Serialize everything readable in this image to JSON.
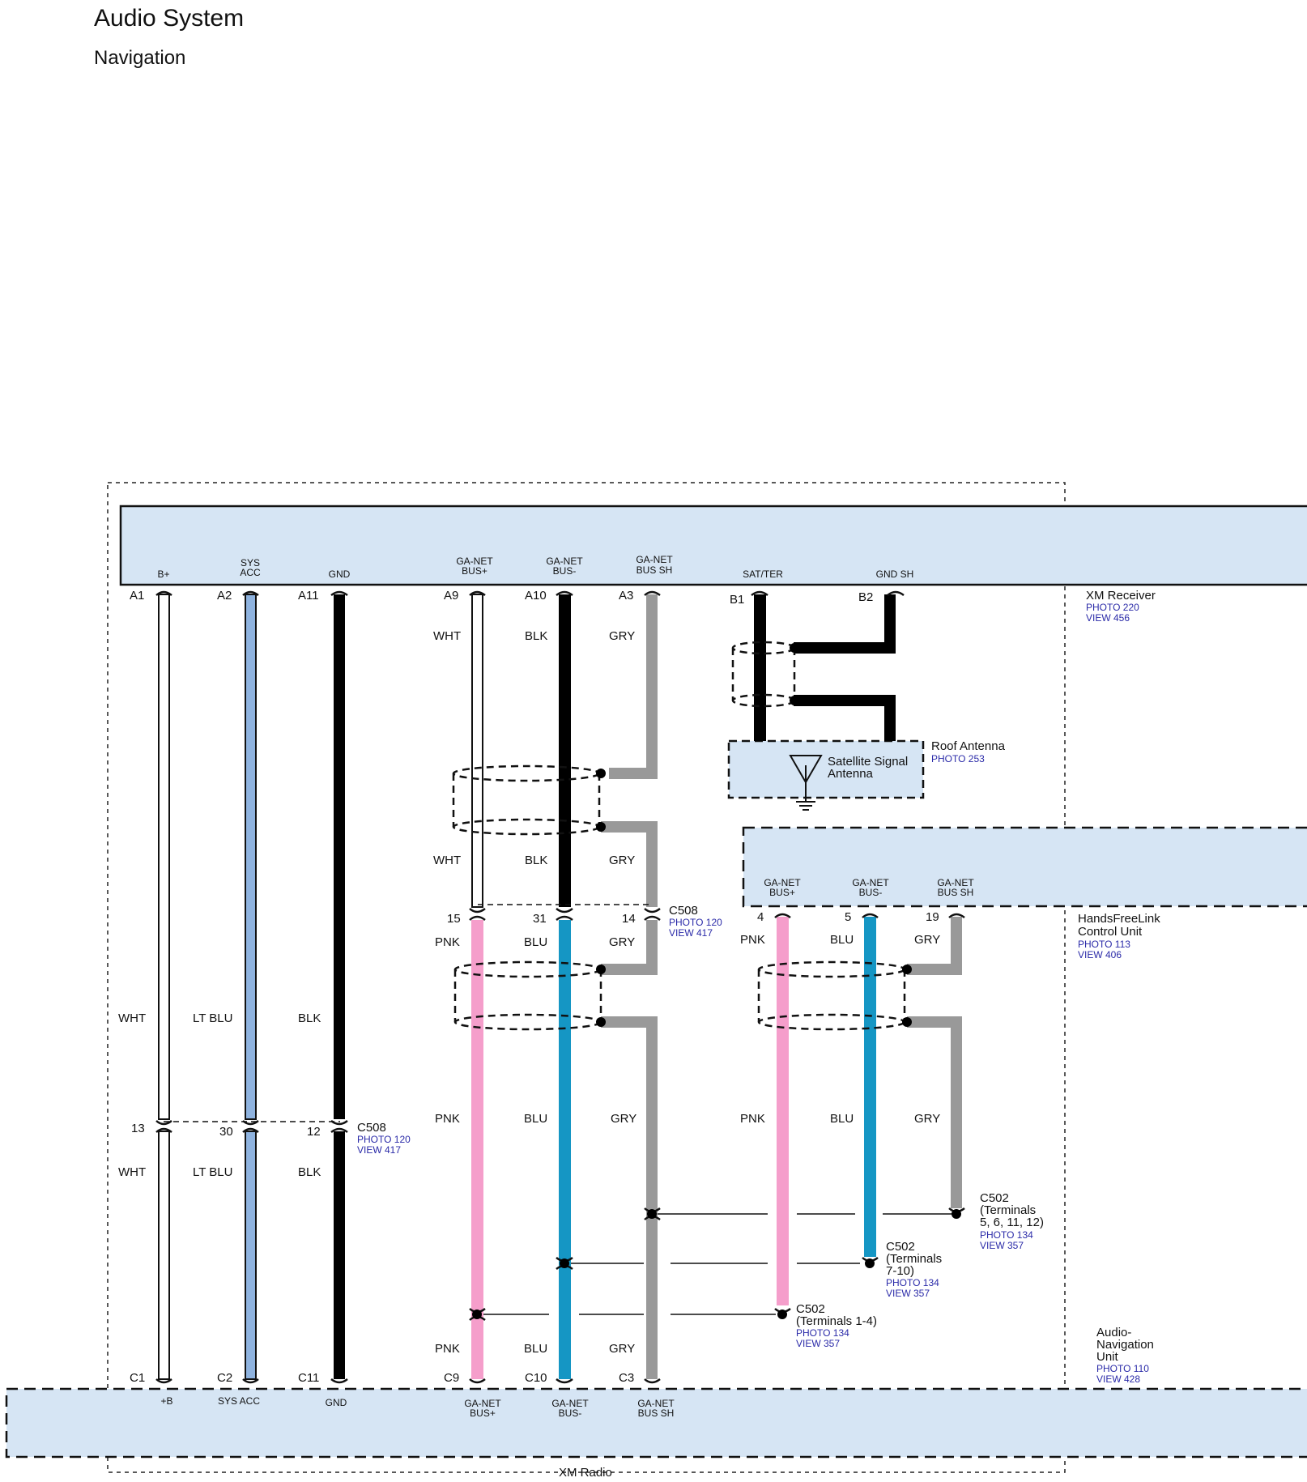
{
  "header": {
    "title": "Audio System",
    "subtitle": "Navigation"
  },
  "colors": {
    "module_fill": "#d6e5f4",
    "wht": "#ffffff",
    "ltblu": "#8fb3df",
    "blk": "#000000",
    "pnk": "#f59ecb",
    "blu": "#1596c4",
    "gry": "#999999",
    "ref_text": "#2a2aa8"
  },
  "modules": {
    "xm_receiver": {
      "name": "XM Receiver",
      "photo": "PHOTO 220",
      "view": "VIEW 456",
      "pins": {
        "bplus": "B+",
        "sysacc": [
          "SYS",
          "ACC"
        ],
        "gnd": "GND",
        "ganet_bus_plus": [
          "GA-NET",
          "BUS+"
        ],
        "ganet_bus_minus": [
          "GA-NET",
          "BUS-"
        ],
        "ganet_bus_sh": [
          "GA-NET",
          "BUS SH"
        ],
        "sat_ter": "SAT/TER",
        "gnd_sh": "GND SH"
      }
    },
    "roof_antenna": {
      "name": "Roof Antenna",
      "photo": "PHOTO 253",
      "inner": [
        "Satellite Signal",
        "Antenna"
      ]
    },
    "handsfreelink": {
      "name": [
        "HandsFreeLink",
        "Control Unit"
      ],
      "photo": "PHOTO 113",
      "view": "VIEW 406",
      "pins": {
        "ganet_bus_plus": [
          "GA-NET",
          "BUS+"
        ],
        "ganet_bus_minus": [
          "GA-NET",
          "BUS-"
        ],
        "ganet_bus_sh": [
          "GA-NET",
          "BUS SH"
        ]
      }
    },
    "audio_nav": {
      "name": [
        "Audio-",
        "Navigation",
        "Unit"
      ],
      "photo": "PHOTO 110",
      "view": "VIEW 428",
      "pins": {
        "bplus": "+B",
        "sysacc": "SYS ACC",
        "gnd": "GND",
        "ganet_bus_plus": [
          "GA-NET",
          "BUS+"
        ],
        "ganet_bus_minus": [
          "GA-NET",
          "BUS-"
        ],
        "ganet_bus_sh": [
          "GA-NET",
          "BUS SH"
        ]
      }
    },
    "xm_radio": {
      "name": "XM Radio"
    }
  },
  "terminals": {
    "a1": "A1",
    "a2": "A2",
    "a11": "A11",
    "a9": "A9",
    "a10": "A10",
    "a3": "A3",
    "b1": "B1",
    "b2": "B2",
    "c508_top_15": "15",
    "c508_top_31": "31",
    "c508_top_14": "14",
    "hfl_4": "4",
    "hfl_5": "5",
    "hfl_19": "19",
    "c508_low_13": "13",
    "c508_low_30": "30",
    "c508_low_12": "12",
    "c1": "C1",
    "c2": "C2",
    "c11": "C11",
    "c9": "C9",
    "c10": "C10",
    "c3": "C3"
  },
  "wire_colors": {
    "wht": "WHT",
    "ltblu": "LT BLU",
    "blk": "BLK",
    "pnk": "PNK",
    "blu": "BLU",
    "gry": "GRY"
  },
  "connectors": {
    "c508_top": {
      "name": "C508",
      "photo": "PHOTO 120",
      "view": "VIEW 417"
    },
    "c508_low": {
      "name": "C508",
      "photo": "PHOTO 120",
      "view": "VIEW 417"
    },
    "c502_sh": {
      "name": "C502",
      "terminals": [
        "(Terminals",
        "5, 6, 11, 12)"
      ],
      "photo": "PHOTO 134",
      "view": "VIEW 357"
    },
    "c502_minus": {
      "name": "C502",
      "terminals": [
        "(Terminals",
        "7-10)"
      ],
      "photo": "PHOTO 134",
      "view": "VIEW 357"
    },
    "c502_plus": {
      "name": "C502",
      "terminals": [
        "(Terminals 1-4)"
      ],
      "photo": "PHOTO 134",
      "view": "VIEW 357"
    }
  }
}
